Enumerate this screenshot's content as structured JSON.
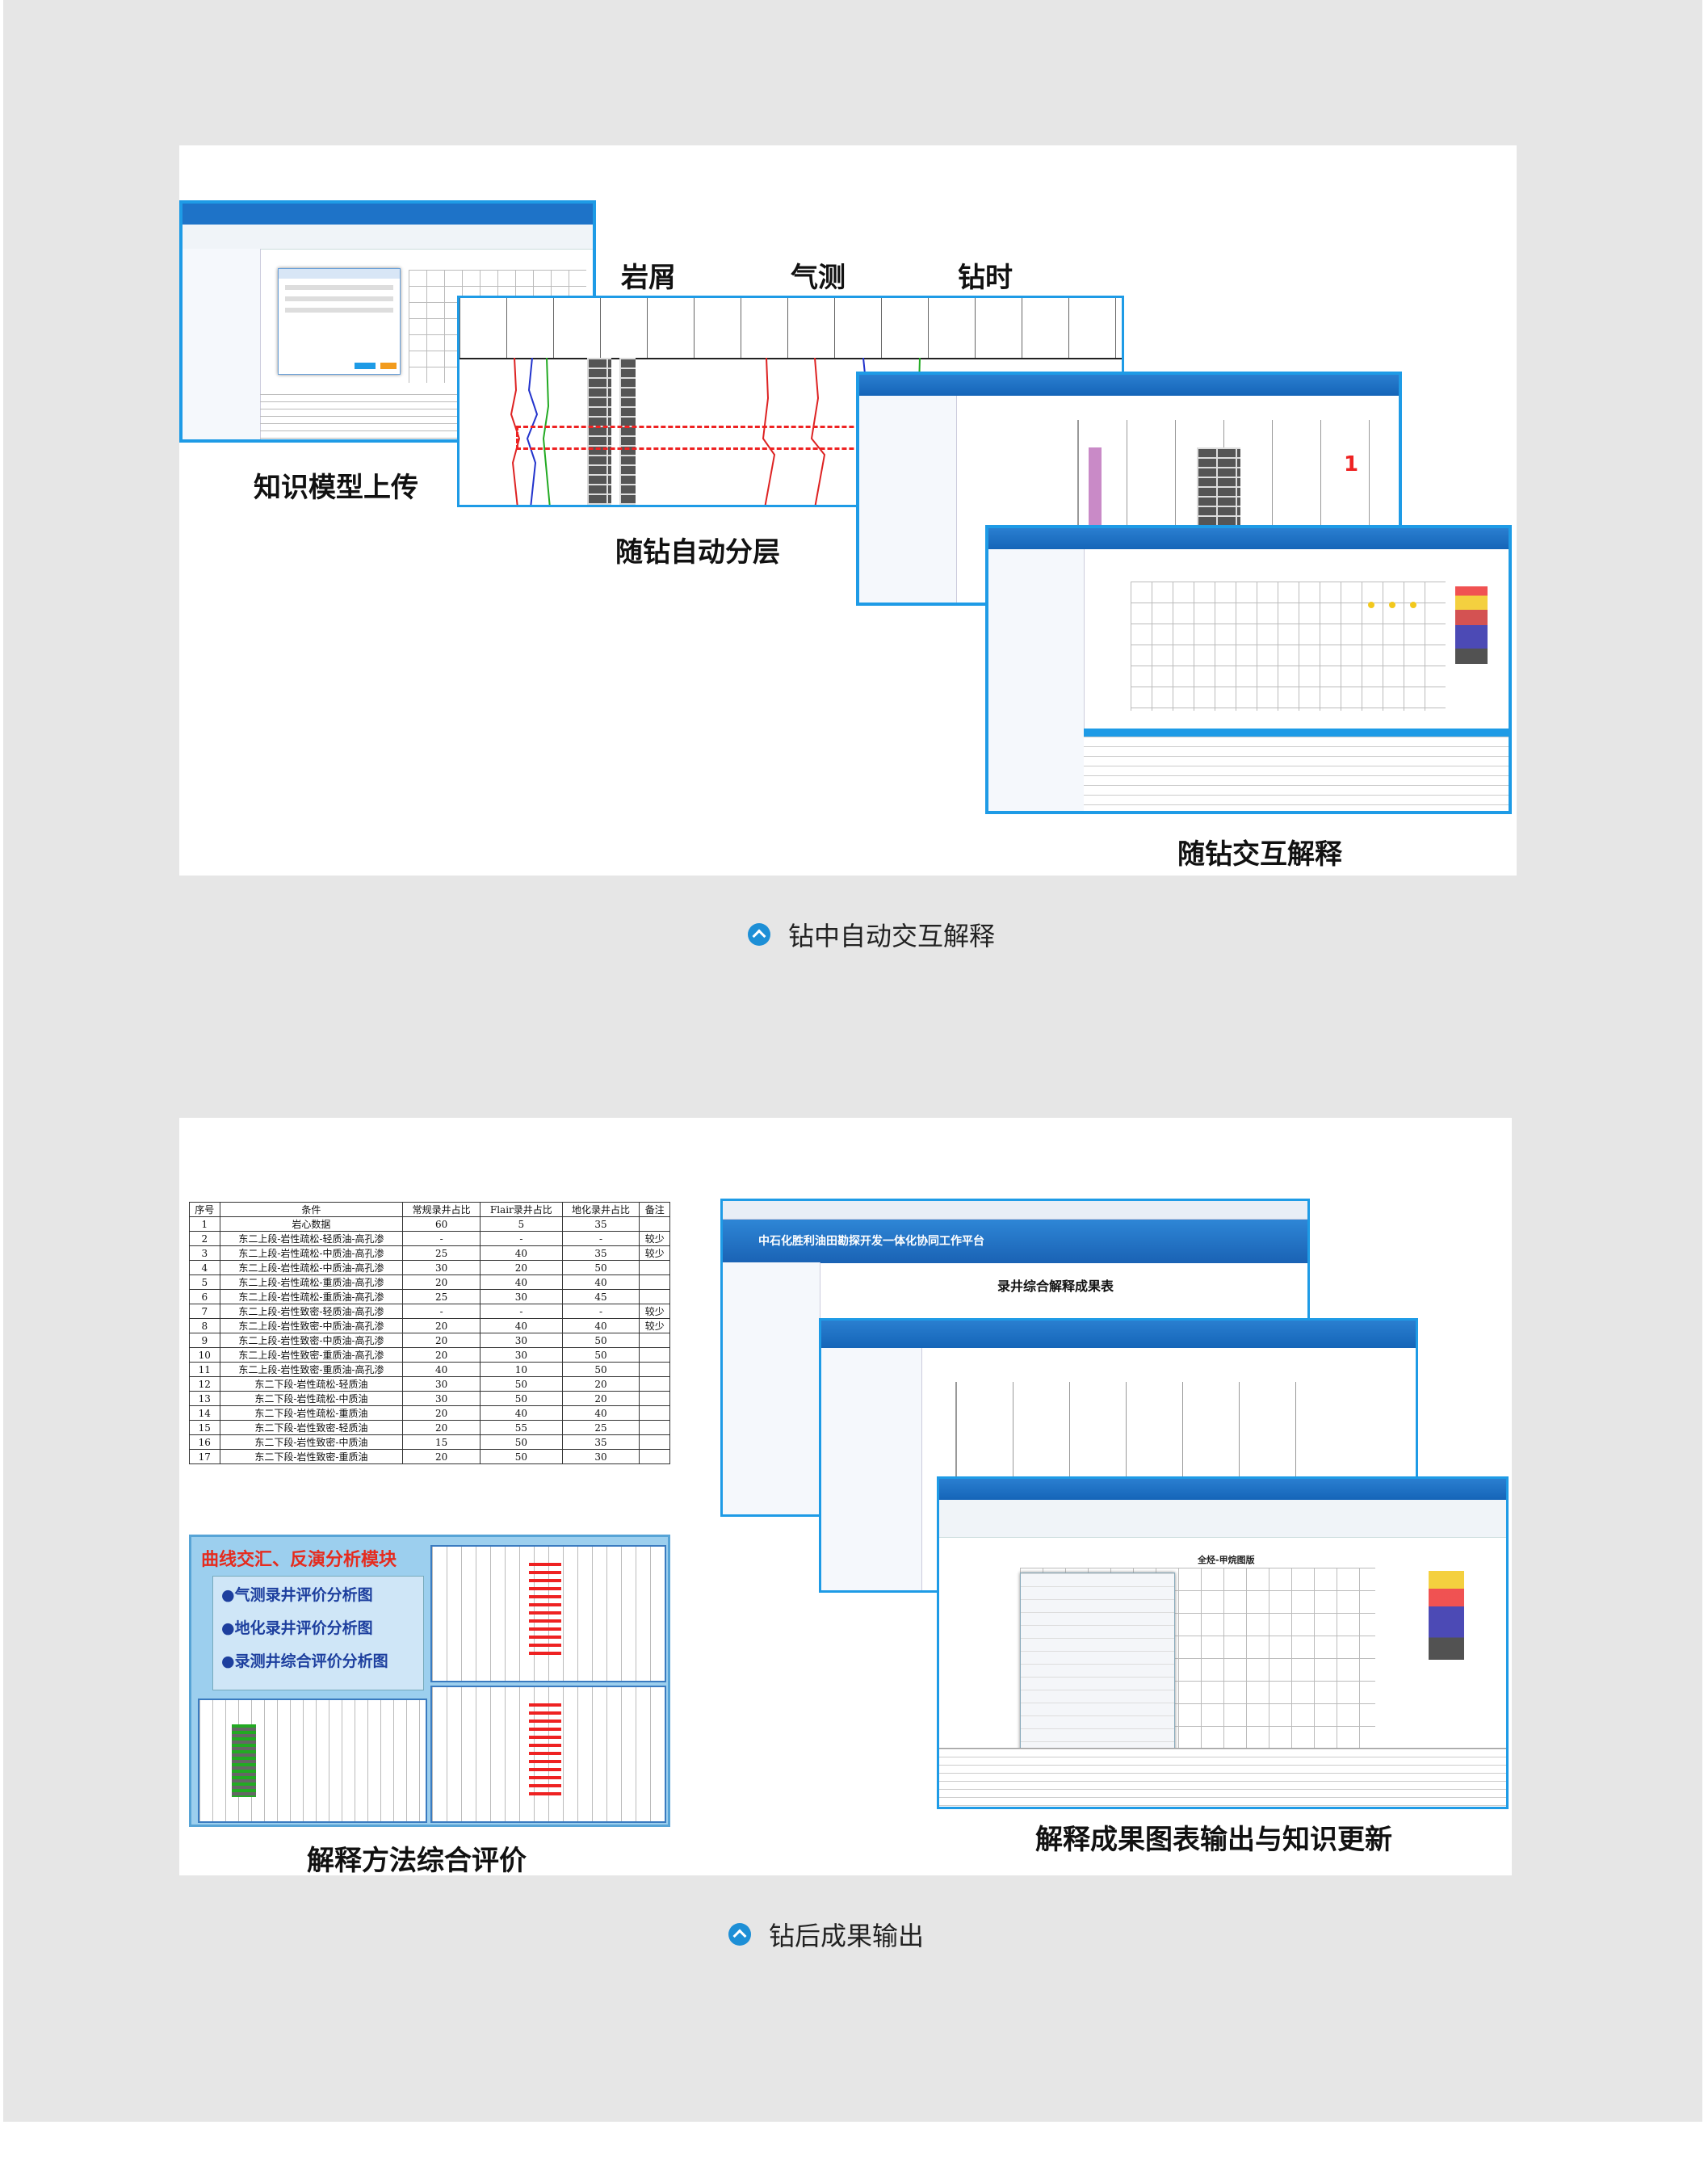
{
  "section1": {
    "labels": {
      "cuttings": "岩屑",
      "gas_logging": "气测",
      "drill_time": "钻时",
      "knowledge_upload": "知识模型上传",
      "auto_layering": "随钻自动分层",
      "interactive_interp": "随钻交互解释"
    },
    "annotations": {
      "mark1": "1"
    },
    "caption": "钻中自动交互解释"
  },
  "section2": {
    "table": {
      "headers": [
        "序号",
        "条件",
        "常规录井占比",
        "Flair录井占比",
        "地化录井占比",
        "备注"
      ],
      "rows": [
        [
          "1",
          "岩心数据",
          "60",
          "5",
          "35",
          ""
        ],
        [
          "2",
          "东二上段-岩性疏松-轻质油-高孔渗",
          "-",
          "-",
          "-",
          "较少"
        ],
        [
          "3",
          "东二上段-岩性疏松-中质油-高孔渗",
          "25",
          "40",
          "35",
          "较少"
        ],
        [
          "4",
          "东二上段-岩性疏松-中质油-高孔渗",
          "30",
          "20",
          "50",
          ""
        ],
        [
          "5",
          "东二上段-岩性疏松-重质油-高孔渗",
          "20",
          "40",
          "40",
          ""
        ],
        [
          "6",
          "东二上段-岩性疏松-重质油-高孔渗",
          "25",
          "30",
          "45",
          ""
        ],
        [
          "7",
          "东二上段-岩性致密-轻质油-高孔渗",
          "-",
          "-",
          "-",
          "较少"
        ],
        [
          "8",
          "东二上段-岩性致密-中质油-高孔渗",
          "20",
          "40",
          "40",
          "较少"
        ],
        [
          "9",
          "东二上段-岩性致密-中质油-高孔渗",
          "20",
          "30",
          "50",
          ""
        ],
        [
          "10",
          "东二上段-岩性致密-重质油-高孔渗",
          "20",
          "30",
          "50",
          ""
        ],
        [
          "11",
          "东二上段-岩性致密-重质油-高孔渗",
          "40",
          "10",
          "50",
          ""
        ],
        [
          "12",
          "东二下段-岩性疏松-轻质油",
          "30",
          "50",
          "20",
          ""
        ],
        [
          "13",
          "东二下段-岩性疏松-中质油",
          "30",
          "50",
          "20",
          ""
        ],
        [
          "14",
          "东二下段-岩性疏松-重质油",
          "20",
          "40",
          "40",
          ""
        ],
        [
          "15",
          "东二下段-岩性致密-轻质油",
          "20",
          "55",
          "25",
          ""
        ],
        [
          "16",
          "东二下段-岩性致密-中质油",
          "15",
          "50",
          "35",
          ""
        ],
        [
          "17",
          "东二下段-岩性致密-重质油",
          "20",
          "50",
          "30",
          ""
        ]
      ]
    },
    "module": {
      "title": "曲线交汇、反演分析模块",
      "items": [
        "●气测录井评价分析图",
        "●地化录井评价分析图",
        "●录测井综合评价分析图"
      ]
    },
    "browser_title": "中石化胜利油田勘探开发一体化协同工作平台",
    "report_title": "录井综合解释成果表",
    "chart_title": "全烃-甲烷图版",
    "labels": {
      "method_eval": "解释方法综合评价",
      "output_update": "解释成果图表输出与知识更新"
    },
    "caption": "钻后成果输出"
  },
  "colors": {
    "page_bg": "#e6e6e6",
    "accent_blue": "#1d8fd6",
    "window_border": "#1e9be6",
    "highlight_red": "#e22222",
    "module_title_red": "#e52b1e",
    "module_text_blue": "#1d3f9e"
  },
  "icons": {
    "caption_bullet": "chevron-up-circle-icon"
  }
}
